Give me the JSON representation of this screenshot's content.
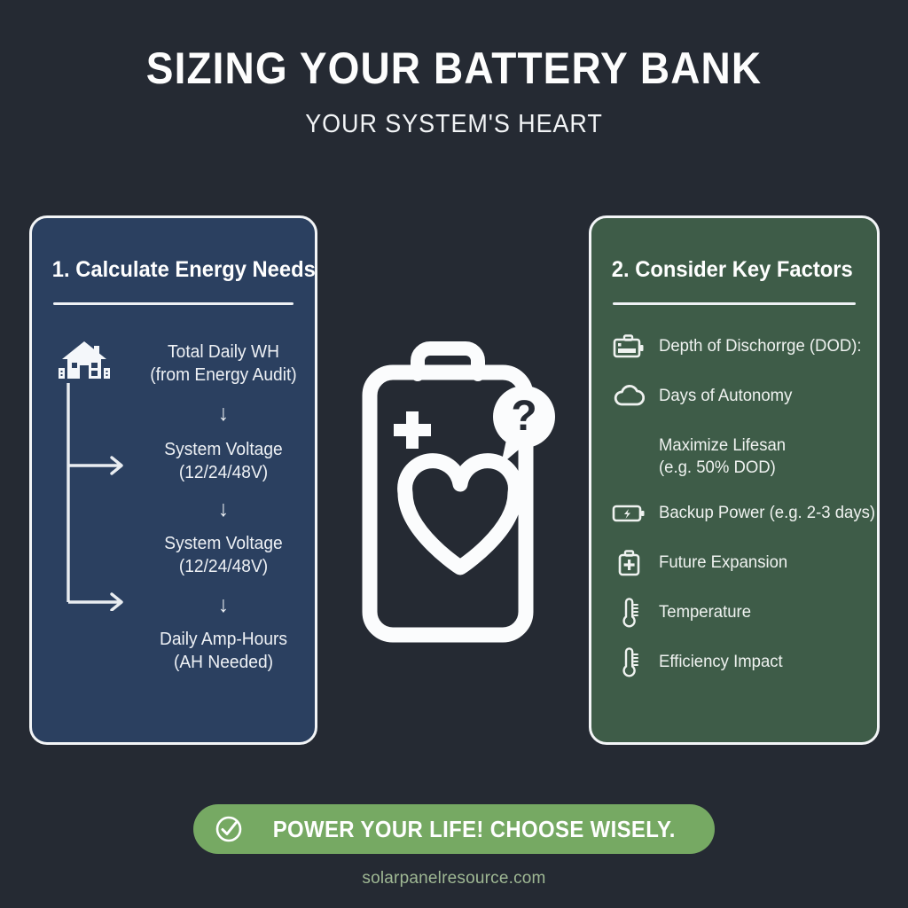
{
  "header": {
    "title": "SIZING YOUR BATTERY BANK",
    "subtitle": "YOUR SYSTEM'S HEART"
  },
  "theme": {
    "background": "#252a33",
    "left_panel_bg": "#2b4060",
    "right_panel_bg": "#3e5c48",
    "panel_border": "#f3f5f7",
    "cta_bg": "#76a963",
    "text": "#eef1f5",
    "site_text": "#9fb894"
  },
  "left_panel": {
    "heading": "1. Calculate Energy Needs",
    "house_icon": "house-icon",
    "flow": [
      {
        "line1": "Total Daily WH",
        "line2": "(from Energy Audit)"
      },
      {
        "line1": "System Voltage",
        "line2": "(12/24/48V)"
      },
      {
        "line1": "System Voltage",
        "line2": "(12/24/48V)"
      },
      {
        "line1": "Daily Amp-Hours",
        "line2": "(AH Needed)"
      }
    ],
    "arrow_glyph": "↓"
  },
  "right_panel": {
    "heading": "2. Consider Key Factors",
    "items": [
      {
        "icon": "battery-level-icon",
        "label": "Depth of Dischorrge (DOD):"
      },
      {
        "icon": "cloud-icon",
        "label": "Days of Autonomy"
      },
      {
        "icon": "none",
        "label": "Maximize Lifesan\n(e.g. 50% DOD)"
      },
      {
        "icon": "battery-bolt-icon",
        "label": "Backup Power (e.g. 2-3 days)"
      },
      {
        "icon": "battery-plus-icon",
        "label": "Future Expansion"
      },
      {
        "icon": "thermometer-icon",
        "label": "Temperature"
      },
      {
        "icon": "thermometer-icon",
        "label": "Efficiency Impact"
      }
    ]
  },
  "center": {
    "icon": "battery-heart-question-icon"
  },
  "footer": {
    "cta_icon": "check-circle-icon",
    "cta_label": "POWER YOUR LIFE! CHOOSE WISELY.",
    "website": "solarpanelresource.com"
  }
}
